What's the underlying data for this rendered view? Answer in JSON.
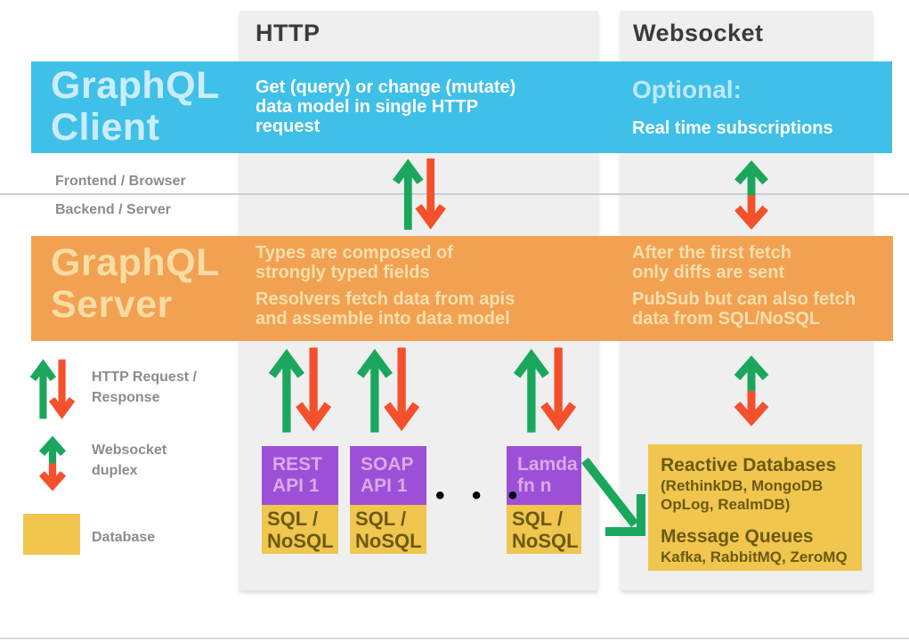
{
  "columns": {
    "http_header": "HTTP",
    "websocket_header": "Websocket"
  },
  "client_band": {
    "title_lines": [
      "GraphQL",
      "Client"
    ],
    "http_lines": [
      "Get (query) or change (mutate)",
      "data model in single HTTP",
      "request"
    ],
    "ws_title": "Optional:",
    "ws_subtitle": "Real time subscriptions"
  },
  "layer_labels": {
    "frontend": "Frontend / Browser",
    "backend": "Backend / Server"
  },
  "server_band": {
    "title_lines": [
      "GraphQL",
      "Server"
    ],
    "http_p1_lines": [
      "Types are composed of",
      "strongly typed fields"
    ],
    "http_p2_lines": [
      "Resolvers fetch data from apis",
      "and assemble into data model"
    ],
    "ws_p1_lines": [
      "After the first fetch",
      "only diffs are sent"
    ],
    "ws_p2_lines": [
      "PubSub but can also fetch",
      "data from SQL/NoSQL"
    ]
  },
  "legend": {
    "http_lines": [
      "HTTP Request /",
      "Response"
    ],
    "ws_lines": [
      "Websocket",
      "duplex"
    ],
    "db_label": "Database"
  },
  "api_boxes": [
    {
      "top_lines": [
        "REST",
        "API 1"
      ],
      "bottom_lines": [
        "SQL /",
        "NoSQL"
      ]
    },
    {
      "top_lines": [
        "SOAP",
        "API 1"
      ],
      "bottom_lines": [
        "SQL /",
        "NoSQL"
      ]
    },
    {
      "top_lines": [
        "Lamda",
        "fn n"
      ],
      "bottom_lines": [
        "SQL /",
        "NoSQL"
      ]
    }
  ],
  "ellipsis": "• • •",
  "reactive_box": {
    "title1": "Reactive Databases",
    "sub1_lines": [
      "(RethinkDB, MongoDB",
      "OpLog, RealmDB)"
    ],
    "title2": "Message Queues",
    "sub2": "Kafka, RabbitMQ, ZeroMQ"
  },
  "colors": {
    "cyan_band": "#3EC0E8",
    "cyan_title_text": "#CBEDFA",
    "orange_band": "#F2A153",
    "orange_text": "#F7DFAB",
    "column_bg": "#EFEFEF",
    "header_text": "#3B3B3B",
    "gray_text": "#8C8C8C",
    "arrow_green": "#1AA75D",
    "arrow_red": "#F4502B",
    "purple_box": "#9C50D8",
    "purple_box_text": "#DCA9E8",
    "gold_box": "#F0C64F",
    "gold_box_text": "#6C5A11",
    "divider_line": "#C5CEDA"
  }
}
